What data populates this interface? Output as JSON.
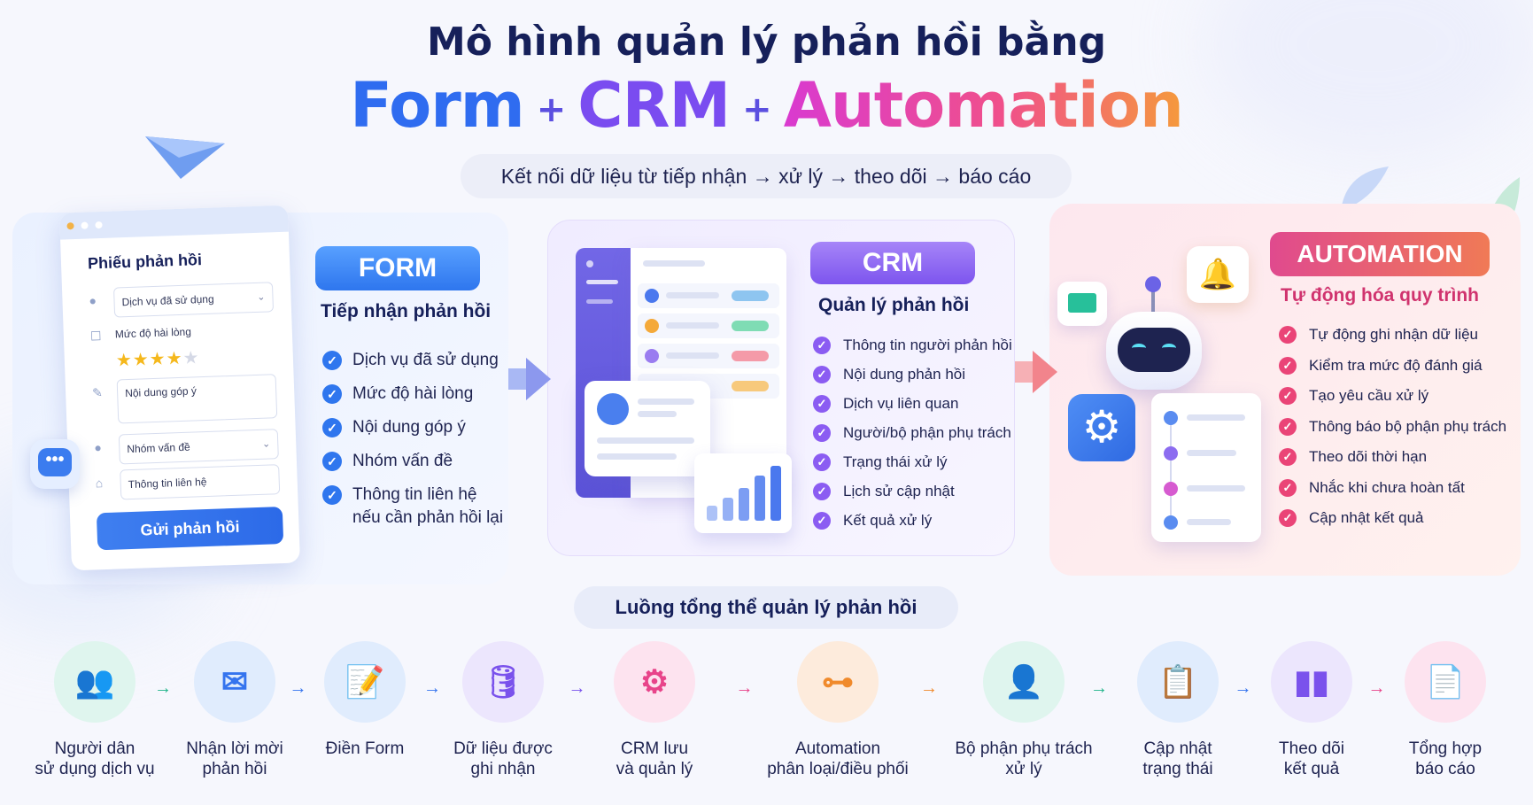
{
  "title_line1": "Mô hình quản lý phản hồi bằng",
  "title_line2": {
    "form": "Form",
    "plus": "+",
    "crm": "CRM",
    "automation": "Automation"
  },
  "subtitle": "Kết nối dữ liệu từ tiếp nhận → xử lý → theo dõi → báo cáo",
  "form_card": {
    "title": "Phiếu phản hồi",
    "field_service": "Dịch vụ đã sử dụng",
    "rating_label": "Mức độ hài lòng",
    "rating": 4,
    "rating_max": 5,
    "textarea": "Nội dung góp ý",
    "field_group": "Nhóm vấn đề",
    "field_contact": "Thông tin liên hệ",
    "submit": "Gửi phản hồi"
  },
  "form": {
    "badge": "FORM",
    "heading": "Tiếp nhận phản hồi",
    "items": [
      "Dịch vụ đã sử dụng",
      "Mức độ hài lòng",
      "Nội dung góp ý",
      "Nhóm vấn đề",
      "Thông tin liên hệ",
      "nếu cần phản hồi lại"
    ]
  },
  "crm": {
    "badge": "CRM",
    "heading": "Quản lý phản hồi",
    "items": [
      "Thông tin người phản hồi",
      "Nội dung phản hồi",
      "Dịch vụ liên quan",
      "Người/bộ phận phụ trách",
      "Trạng thái xử lý",
      "Lịch sử cập nhật",
      "Kết quả xử lý"
    ],
    "bars": [
      22,
      34,
      48,
      66,
      80
    ],
    "pill_colors": [
      "#8ec5f0",
      "#7fdcb4",
      "#f49aa8",
      "#f7c97c"
    ]
  },
  "automation": {
    "badge": "AUTOMATION",
    "heading": "Tự động hóa quy trình",
    "items": [
      "Tự động ghi nhận dữ liệu",
      "Kiểm tra mức độ đánh giá",
      "Tạo yêu cầu xử lý",
      "Thông báo bộ phận phụ trách",
      "Theo dõi thời hạn",
      "Nhắc khi chưa hoàn tất",
      "Cập nhật kết quả"
    ]
  },
  "flow": {
    "title": "Luồng tổng thể quản lý phản hồi",
    "arrow": "→",
    "steps": [
      {
        "l1": "Người dân",
        "l2": "sử dụng dịch vụ",
        "icon": "people-icon",
        "bg": "#dff5ee",
        "fg": "#21b58a"
      },
      {
        "l1": "Nhận lời mời",
        "l2": "phản hồi",
        "icon": "mail-icon",
        "bg": "#e0ecfd",
        "fg": "#3574ee"
      },
      {
        "l1": "Điền Form",
        "l2": "",
        "icon": "form-icon",
        "bg": "#e0ecfd",
        "fg": "#3574ee"
      },
      {
        "l1": "Dữ liệu được",
        "l2": "ghi nhận",
        "icon": "database-icon",
        "bg": "#ece6fd",
        "fg": "#7a52ec"
      },
      {
        "l1": "CRM lưu",
        "l2": "và quản lý",
        "icon": "gear-icon",
        "bg": "#fde3ef",
        "fg": "#e8448a"
      },
      {
        "l1": "Automation",
        "l2": "phân loại/điều phối",
        "icon": "hierarchy-icon",
        "bg": "#fdebdc",
        "fg": "#f08a2c"
      },
      {
        "l1": "Bộ phận phụ trách",
        "l2": "xử lý",
        "icon": "person-icon",
        "bg": "#dff5ee",
        "fg": "#21b58a"
      },
      {
        "l1": "Cập nhật",
        "l2": "trạng thái",
        "icon": "clipboard-check-icon",
        "bg": "#e0ecfd",
        "fg": "#3574ee"
      },
      {
        "l1": "Theo dõi",
        "l2": "kết quả",
        "icon": "bar-chart-icon",
        "bg": "#ece6fd",
        "fg": "#7a52ec"
      },
      {
        "l1": "Tổng hợp",
        "l2": "báo cáo",
        "icon": "report-icon",
        "bg": "#fde3ef",
        "fg": "#e8448a"
      }
    ],
    "arrow_colors": [
      "#21b58a",
      "#3574ee",
      "#3574ee",
      "#7a52ec",
      "#e8448a",
      "#f08a2c",
      "#21b58a",
      "#3574ee",
      "#e8448a"
    ]
  }
}
